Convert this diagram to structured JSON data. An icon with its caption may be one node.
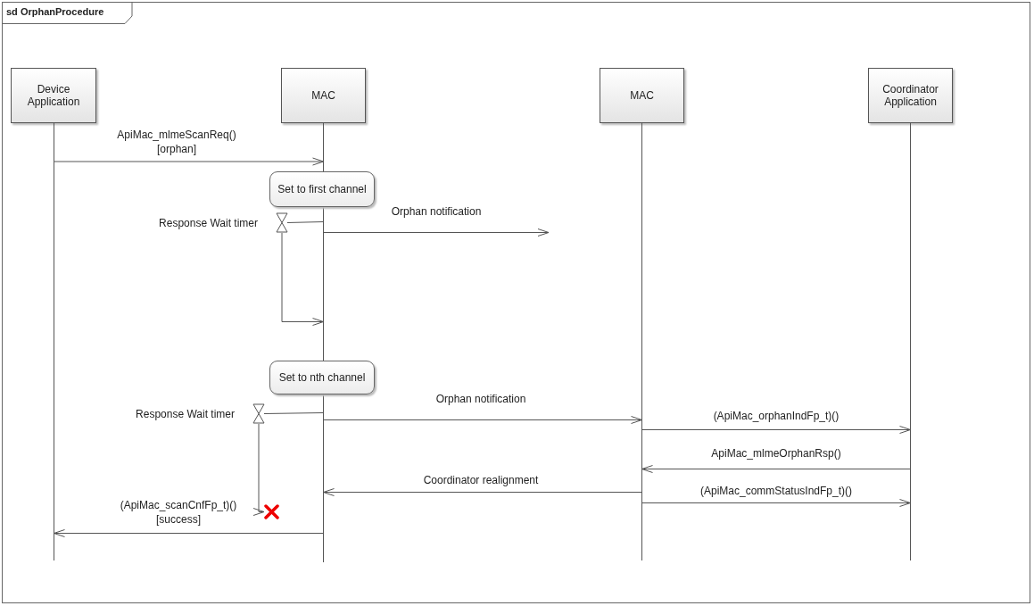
{
  "diagram": {
    "title": "sd OrphanProcedure",
    "nodes": [
      {
        "text": [
          "Device Application"
        ]
      },
      {
        "text": [
          "MAC"
        ]
      },
      {
        "text": [
          "MAC"
        ]
      },
      {
        "text": [
          "Coordinator Application"
        ]
      },
      {
        "text": [
          "Set to first channel"
        ]
      },
      {
        "text": [],
        "shape": "hourglass",
        "beside": [
          "Response Wait timer"
        ]
      },
      {
        "text": [
          "Set to nth channel"
        ]
      },
      {
        "text": [],
        "shape": "hourglass",
        "beside": [
          "Response Wait timer"
        ]
      },
      {
        "text": [],
        "shape": "cross"
      }
    ],
    "edges": [
      {
        "from": 0,
        "to": 1,
        "arrow": "to",
        "label": "ApiMac_mlmeScanReq() [orphan]"
      },
      {
        "from": 1,
        "to": 5,
        "arrow": "none"
      },
      {
        "from": 1,
        "to": null,
        "arrow": "to",
        "label": "Orphan notification"
      },
      {
        "from": 5,
        "to": 1,
        "arrow": "to"
      },
      {
        "from": 1,
        "to": 2,
        "arrow": "to",
        "label": "Orphan notification"
      },
      {
        "from": 1,
        "to": 7,
        "arrow": "none"
      },
      {
        "from": 7,
        "to": 8,
        "arrow": "to"
      },
      {
        "from": 2,
        "to": 3,
        "arrow": "to",
        "label": "(ApiMac_orphanIndFp_t)()"
      },
      {
        "from": 3,
        "to": 2,
        "arrow": "to",
        "label": "ApiMac_mlmeOrphanRsp()"
      },
      {
        "from": 2,
        "to": 1,
        "arrow": "to",
        "label": "Coordinator realignment"
      },
      {
        "from": 2,
        "to": 3,
        "arrow": "to",
        "label": "(ApiMac_commStatusIndFp_t)()"
      },
      {
        "from": 1,
        "to": 0,
        "arrow": "to",
        "label": "(ApiMac_scanCnfFp_t)() [success]"
      }
    ]
  }
}
